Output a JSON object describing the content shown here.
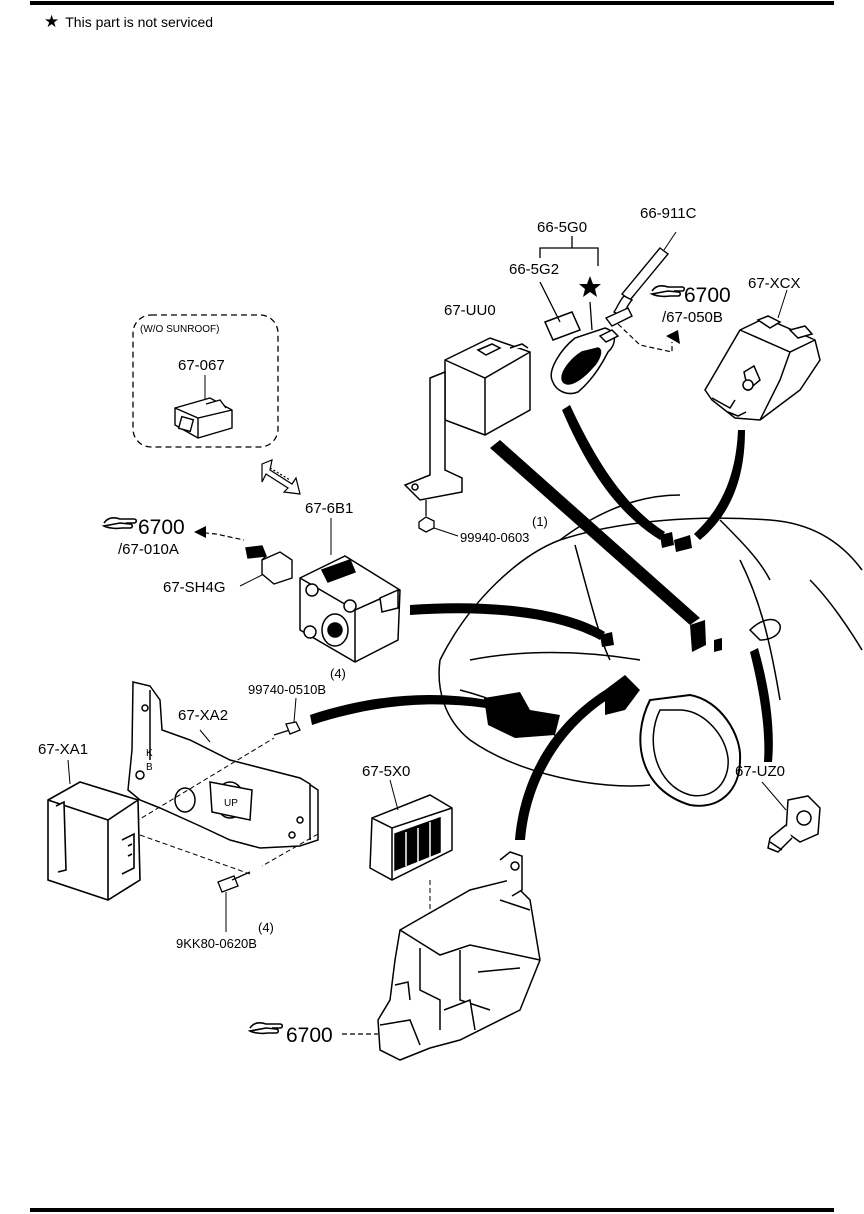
{
  "note": {
    "star": "★",
    "text": "This part is not serviced"
  },
  "parts": {
    "p665G0": "66-5G0",
    "p665G2": "66-5G2",
    "p66911C": "66-911C",
    "p67XCX": "67-XCX",
    "p67UU0": "67-UU0",
    "p67067": "67-067",
    "p676B1": "67-6B1",
    "p67SH4G": "67-SH4G",
    "p67XA2": "67-XA2",
    "p67XA1": "67-XA1",
    "p675X0": "67-5X0",
    "p67UZ0": "67-UZ0",
    "b99940": "99940-0603",
    "b99940_qty": "(1)",
    "b99740": "99740-0510B",
    "b99740_qty": "(4)",
    "b9KK80": "9KK80-0620B",
    "b9KK80_qty": "(4)"
  },
  "sunroof_label": "(W/O SUNROOF)",
  "refs": {
    "r1_num": "6700",
    "r1_sub": "/67-050B",
    "r2_num": "6700",
    "r2_sub": "/67-010A",
    "r3_num": "6700"
  },
  "bracket_text": {
    "k": "K",
    "b": "B",
    "up": "UP"
  }
}
